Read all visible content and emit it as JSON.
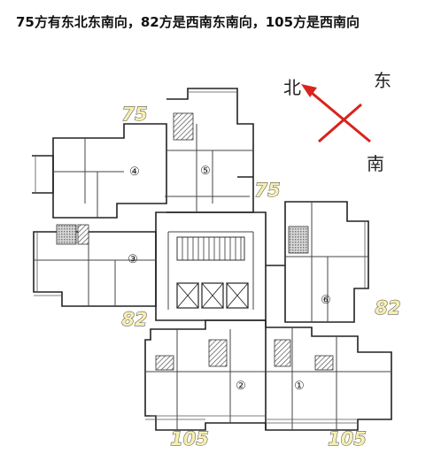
{
  "heading": "75方有东北东南向，82方是西南东南向，105方是西南向",
  "compass": {
    "north": "北",
    "east": "东",
    "south": "南",
    "arrow_color": "#d9231d"
  },
  "units": [
    {
      "id": "unit-1",
      "number": "①",
      "area": "105"
    },
    {
      "id": "unit-2",
      "number": "②",
      "area": "105"
    },
    {
      "id": "unit-3",
      "number": "③",
      "area": "82"
    },
    {
      "id": "unit-4",
      "number": "④",
      "area": "75"
    },
    {
      "id": "unit-5",
      "number": "⑤",
      "area": "75"
    },
    {
      "id": "unit-6",
      "number": "⑥",
      "area": "82"
    }
  ]
}
